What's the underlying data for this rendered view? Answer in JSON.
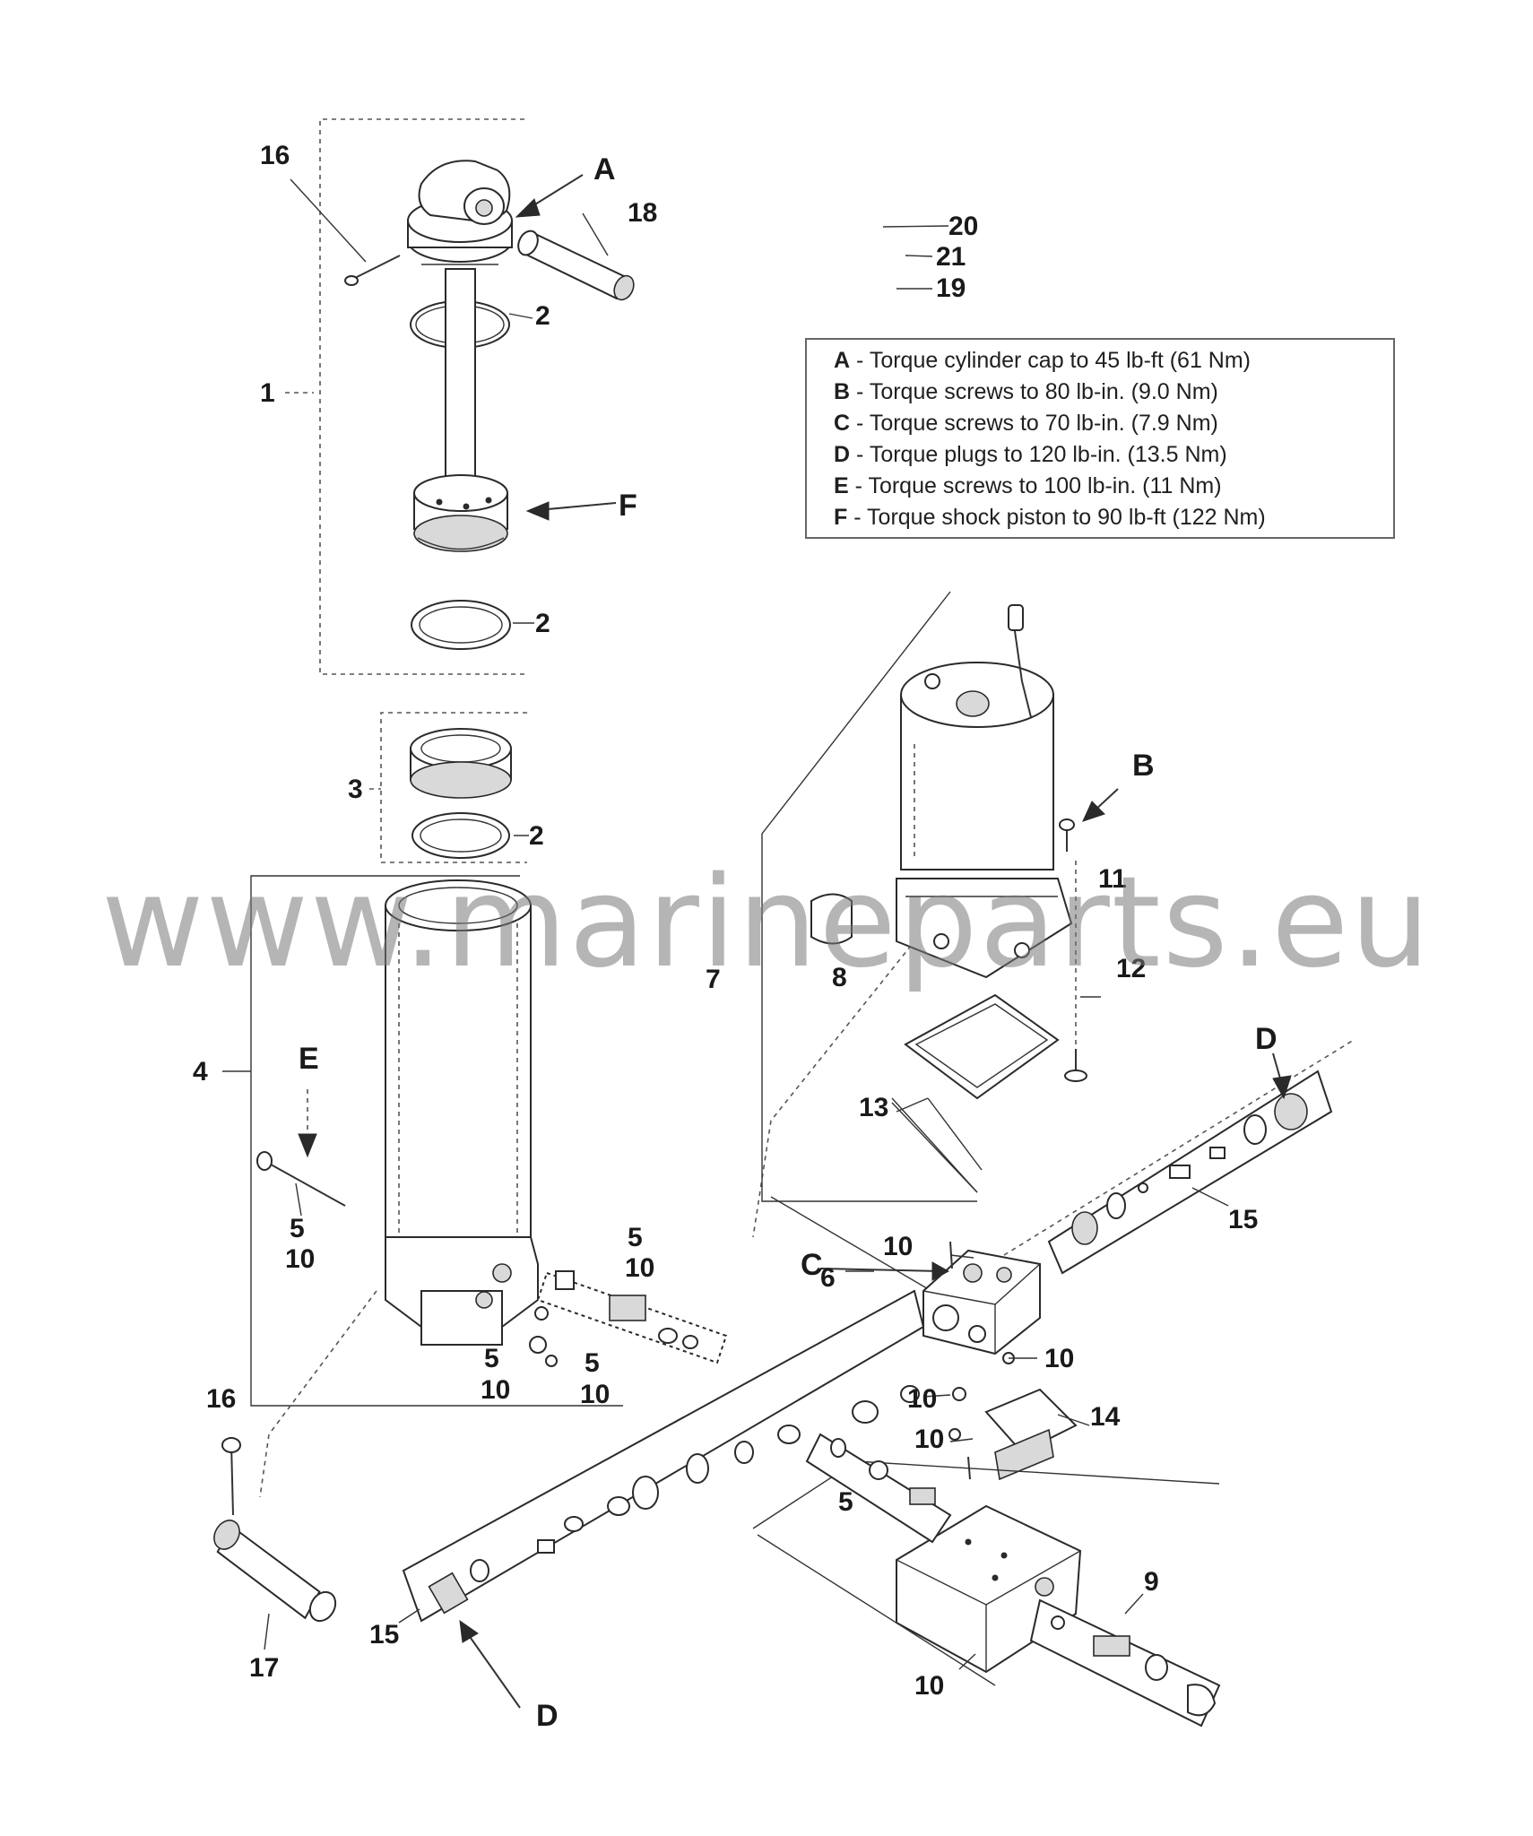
{
  "torque_specs": [
    {
      "key": "A",
      "text": "Torque cylinder cap to 45 lb-ft (61 Nm)"
    },
    {
      "key": "B",
      "text": "Torque screws to 80 lb-in. (9.0 Nm)"
    },
    {
      "key": "C",
      "text": "Torque screws to 70 lb-in. (7.9 Nm)"
    },
    {
      "key": "D",
      "text": "Torque plugs to 120 lb-in. (13.5 Nm)"
    },
    {
      "key": "E",
      "text": "Torque screws to 100 lb-in. (11 Nm)"
    },
    {
      "key": "F",
      "text": "Torque shock piston to 90 lb-ft (122 Nm)"
    }
  ],
  "watermark": "www.marineparts.eu",
  "callouts": {
    "A": "A",
    "B": "B",
    "C": "C",
    "D1": "D",
    "D2": "D",
    "E": "E",
    "F": "F"
  },
  "labels": {
    "n16a": "16",
    "n18": "18",
    "n2a": "2",
    "n1": "1",
    "n2b": "2",
    "n3": "3",
    "n2c": "2",
    "n20": "20",
    "n21": "21",
    "n19": "19",
    "n4": "4",
    "n5a": "5",
    "n10a": "10",
    "n5b": "5",
    "n10b": "10",
    "n5c": "5",
    "n10c": "10",
    "n5d": "5",
    "n10d": "10",
    "n16b": "16",
    "n17": "17",
    "n15a": "15",
    "n7": "7",
    "n8": "8",
    "n11": "11",
    "n12": "12",
    "n13": "13",
    "n15b": "15",
    "n10e": "10",
    "n6": "6",
    "n10f": "10",
    "n10g": "10",
    "n10h": "10",
    "n14": "14",
    "n5e": "5",
    "n9": "9",
    "n10i": "10"
  }
}
